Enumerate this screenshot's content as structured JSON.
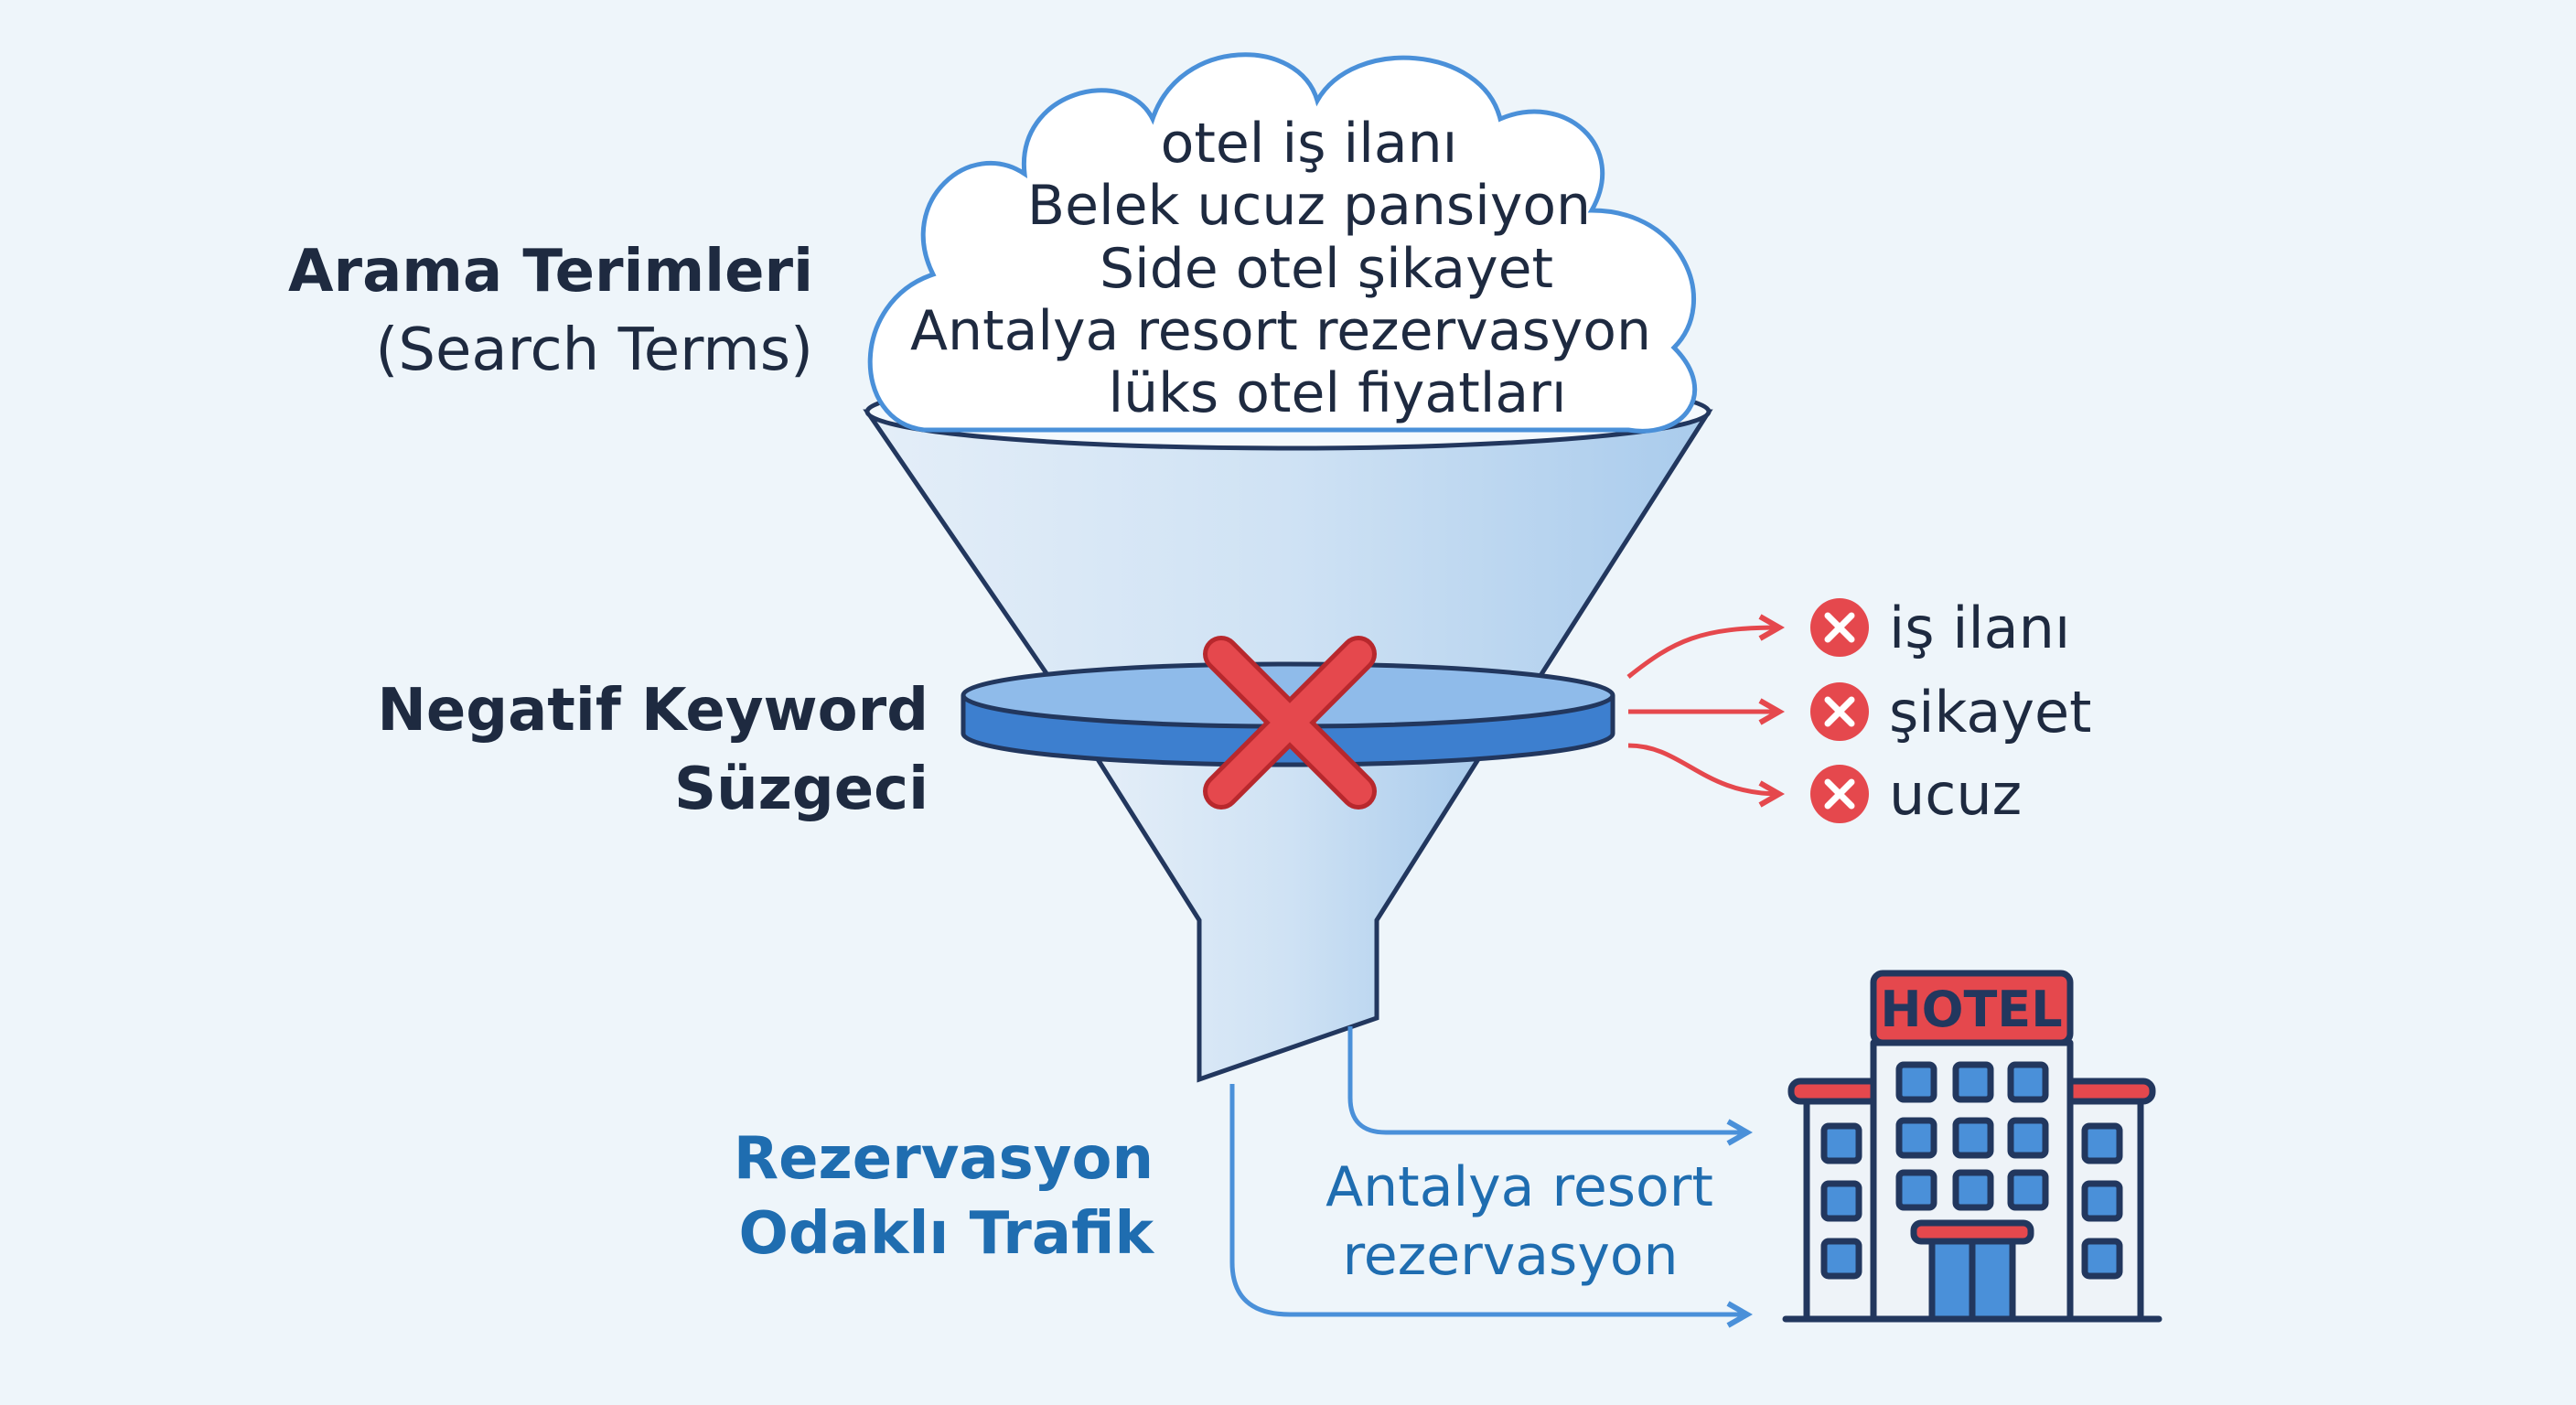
{
  "search_terms": {
    "label_line1": "Arama Terimleri",
    "label_line2": "(Search Terms)",
    "cloud_terms": [
      "otel iş ilanı",
      "Belek ucuz pansiyon",
      "Side otel şikayet",
      "Antalya resort rezervasyon",
      "lüks otel fiyatları"
    ]
  },
  "filter": {
    "label_line1": "Negatif Keyword",
    "label_line2": "Süzgeci",
    "blocked_terms": [
      "iş ilanı",
      "şikayet",
      "ucuz"
    ]
  },
  "output": {
    "label_line1": "Rezervasyon",
    "label_line2": "Odaklı Trafik",
    "result_line1": "Antalya resort",
    "result_line2": "rezervasyon",
    "hotel_sign": "HOTEL"
  },
  "colors": {
    "background": "#eef5fa",
    "accent_blue": "#1f6db0",
    "reject_red": "#e5484d",
    "navy": "#22375e"
  }
}
